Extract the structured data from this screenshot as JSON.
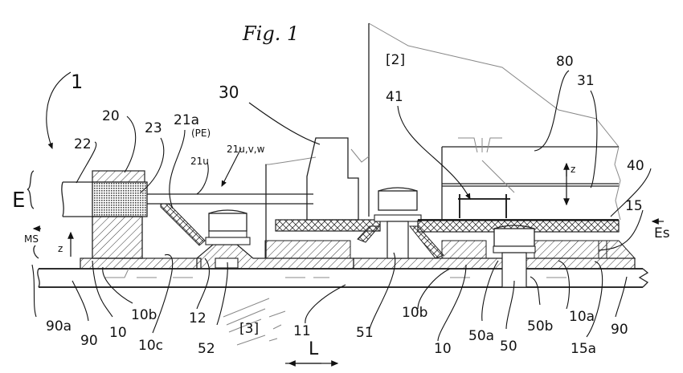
{
  "figure": {
    "title": "Fig. 1",
    "regions": {
      "region_2": "[2]",
      "region_3": "[3]"
    },
    "axes": {
      "z_left": "z",
      "z_right": "z",
      "L": "L",
      "E": "E",
      "MS": "MS",
      "Es": "Es"
    },
    "labels": {
      "l1": "1",
      "l20": "20",
      "l22": "22",
      "l23": "23",
      "l21a": "21a",
      "lPE": "(PE)",
      "l21u": "21u",
      "l21uvw": "21u,v,w",
      "l30": "30",
      "l41": "41",
      "l80": "80",
      "l31": "31",
      "l40": "40",
      "l15": "15",
      "l90a": "90a",
      "l90_left": "90",
      "l10_left": "10",
      "l10b_left": "10b",
      "l10c": "10c",
      "l12": "12",
      "l52": "52",
      "l11": "11",
      "l51": "51",
      "l10b_right": "10b",
      "l10_right": "10",
      "l50a": "50a",
      "l50": "50",
      "l50b": "50b",
      "l10a": "10a",
      "l15a": "15a",
      "l90_right": "90"
    }
  }
}
